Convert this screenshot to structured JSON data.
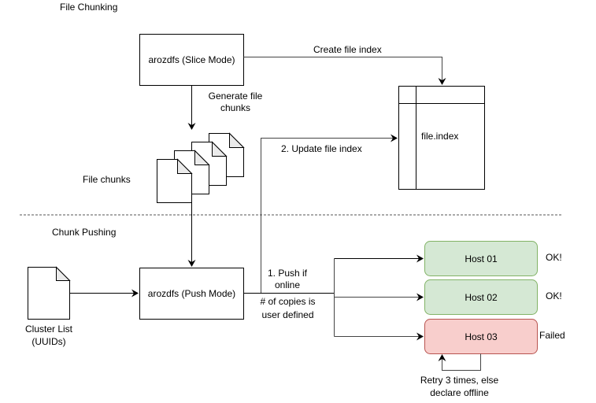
{
  "sections": {
    "chunking_title": "File Chunking",
    "pushing_title": "Chunk Pushing"
  },
  "nodes": {
    "slice": "arozdfs (Slice Mode)",
    "push": "arozdfs (Push Mode)",
    "file_index": "file.index",
    "file_chunks_label": "File chunks",
    "cluster_list_line1": "Cluster List",
    "cluster_list_line2": "(UUIDs)"
  },
  "edges": {
    "create_index": "Create file index",
    "generate_line1": "Generate file",
    "generate_line2": "chunks",
    "update_index": "2. Update file index",
    "push_line1": "1. Push if",
    "push_line2": "online",
    "copies_line1": "# of copies is",
    "copies_line2": "user defined",
    "retry_line1": "Retry 3 times, else",
    "retry_line2": "declare offline"
  },
  "hosts": [
    {
      "name": "Host 01",
      "status": "OK!",
      "state": "ok"
    },
    {
      "name": "Host 02",
      "status": "OK!",
      "state": "ok"
    },
    {
      "name": "Host 03",
      "status": "Failed",
      "state": "failed"
    }
  ],
  "colors": {
    "ok_fill": "#d5e8d4",
    "ok_stroke": "#82b366",
    "failed_fill": "#f8cecc",
    "failed_stroke": "#b85450",
    "line": "#000000",
    "fold_fill": "#ebebeb"
  }
}
